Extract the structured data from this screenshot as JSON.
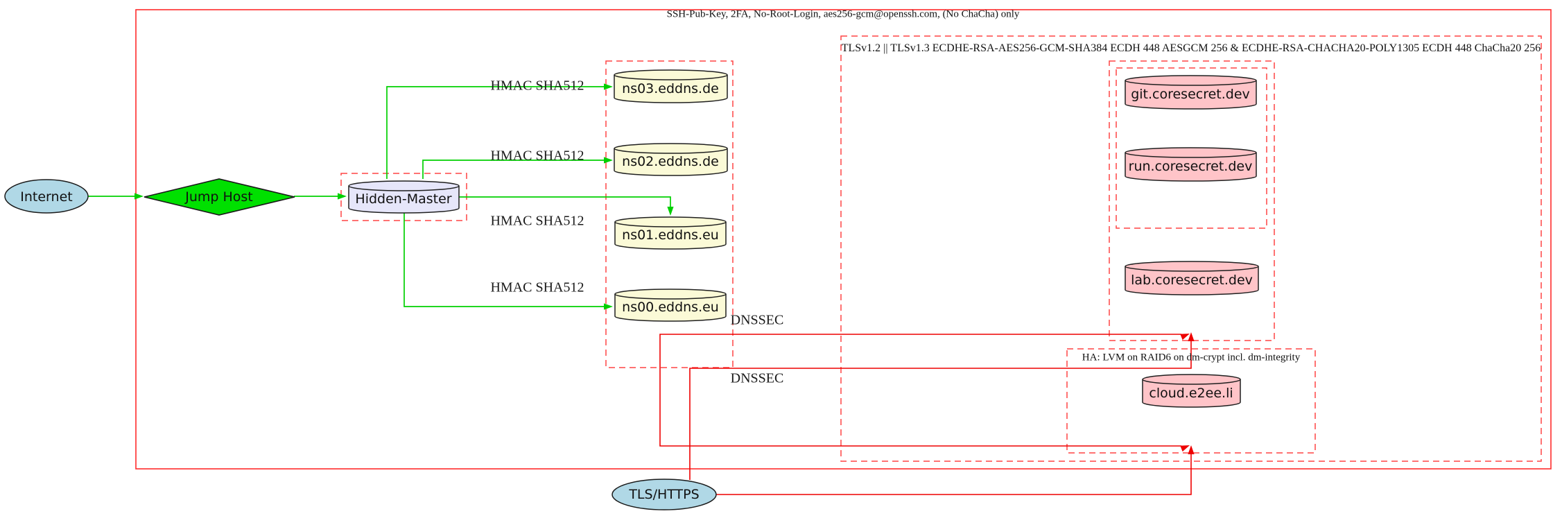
{
  "diagram": {
    "clusters": {
      "ssh": {
        "label": "SSH-Pub-Key, 2FA, No-Root-Login, aes256-gcm@openssh.com, (No ChaCha) only"
      },
      "tls": {
        "label": "TLSv1.2 || TLSv1.3 ECDHE-RSA-AES256-GCM-SHA384 ECDH 448 AESGCM 256 & ECDHE-RSA-CHACHA20-POLY1305 ECDH 448 ChaCha20 256"
      },
      "ha": {
        "label": "HA: LVM on RAID6 on dm-crypt incl. dm-integrity"
      }
    },
    "nodes": {
      "internet": {
        "label": "Internet"
      },
      "jump_host": {
        "label": "Jump Host"
      },
      "hidden_master": {
        "label": "Hidden-Master"
      },
      "ns03": {
        "label": "ns03.eddns.de"
      },
      "ns02": {
        "label": "ns02.eddns.de"
      },
      "ns01": {
        "label": "ns01.eddns.eu"
      },
      "ns00": {
        "label": "ns00.eddns.eu"
      },
      "git": {
        "label": "git.coresecret.dev"
      },
      "run": {
        "label": "run.coresecret.dev"
      },
      "lab": {
        "label": "lab.coresecret.dev"
      },
      "cloud": {
        "label": "cloud.e2ee.li"
      },
      "tls_https": {
        "label": "TLS/HTTPS"
      }
    },
    "edges": {
      "hmac_label": "HMAC SHA512",
      "dnssec_label": "DNSSEC"
    },
    "colors": {
      "edge_green": "#00d000",
      "node_green": "#00e000",
      "edge_red": "#ee0000",
      "cluster_dashed_red": "#ff4444",
      "cluster_solid_red": "#ff2b2b",
      "node_lightblue": "#b0d8e6",
      "node_lavender": "#e6e6fa",
      "node_lightyellow": "#fbfad7",
      "node_pink": "#ffc4c8"
    }
  }
}
